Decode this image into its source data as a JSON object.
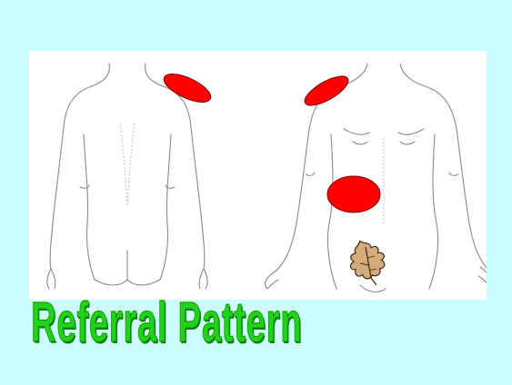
{
  "title": "Referral Pattern",
  "colors": {
    "background": "#ccfeff",
    "panel": "#ffffff",
    "pain_area": "#ff0000",
    "title_green": "#22d11c",
    "leaf": "#d4ab7a"
  },
  "figures": [
    {
      "view": "posterior",
      "pain_areas": [
        "right shoulder"
      ]
    },
    {
      "view": "anterior",
      "pain_areas": [
        "left shoulder",
        "upper abdomen"
      ],
      "icon": "oak-leaf-icon"
    }
  ]
}
